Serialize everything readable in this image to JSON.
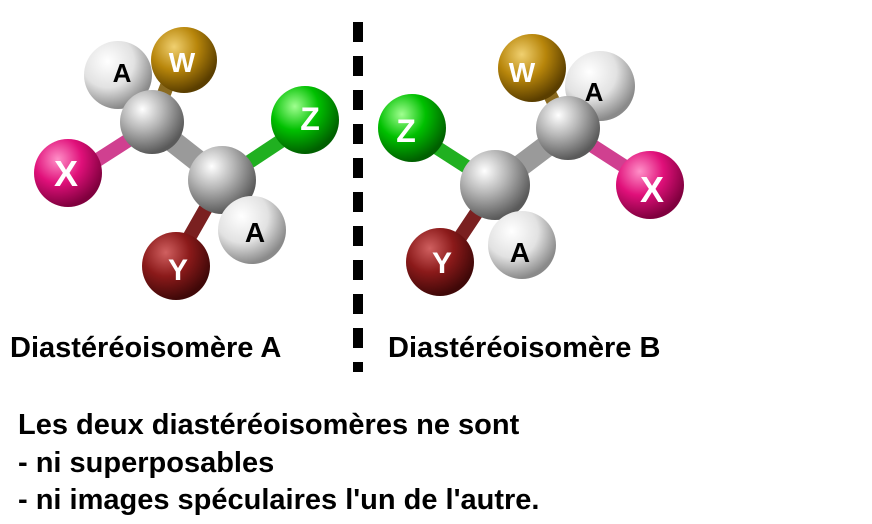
{
  "molecule_a": {
    "caption": "Diastéréoisomère A",
    "labels": {
      "a1": "A",
      "w": "W",
      "z": "Z",
      "x": "X",
      "a2": "A",
      "y": "Y"
    }
  },
  "molecule_b": {
    "caption": "Diastéréoisomère B",
    "labels": {
      "w": "W",
      "a1": "A",
      "z": "Z",
      "x": "X",
      "y": "Y",
      "a2": "A"
    }
  },
  "note": {
    "line1": "Les deux diastéréoisomères ne sont",
    "line2": "- ni superposables",
    "line3": "- ni images spéculaires l'un de l'autre."
  },
  "colors": {
    "carbon": "#a8a8a8",
    "hydrogen_a": "#e4e4e4",
    "w": "#b8860b",
    "z": "#00c000",
    "x": "#e0107a",
    "y": "#8b1a1a",
    "mirror": "#000000"
  }
}
